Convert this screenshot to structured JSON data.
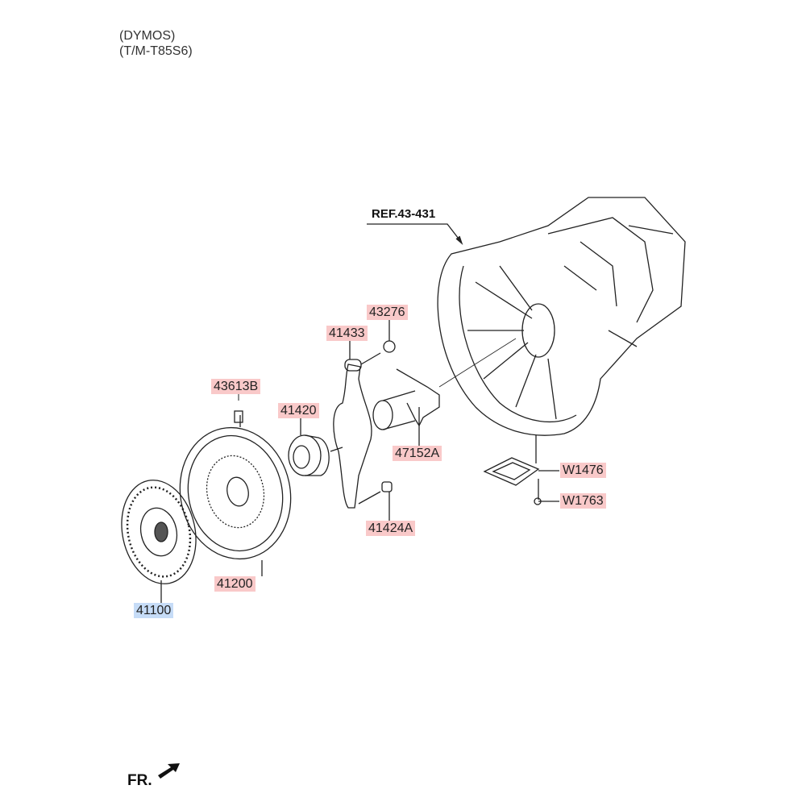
{
  "header": {
    "line1": "(DYMOS)",
    "line2": "(T/M-T85S6)"
  },
  "reference": "REF.43-431",
  "front_marker": "FR.",
  "colors": {
    "label_bg": "#f9c9c9",
    "selected_bg": "#c6dcf7",
    "line": "#222222"
  },
  "parts": [
    {
      "id": "43276"
    },
    {
      "id": "41433"
    },
    {
      "id": "43613B"
    },
    {
      "id": "41420"
    },
    {
      "id": "47152A"
    },
    {
      "id": "W1476"
    },
    {
      "id": "W1763"
    },
    {
      "id": "41424A"
    },
    {
      "id": "41200"
    },
    {
      "id": "41100",
      "selected": true
    }
  ]
}
